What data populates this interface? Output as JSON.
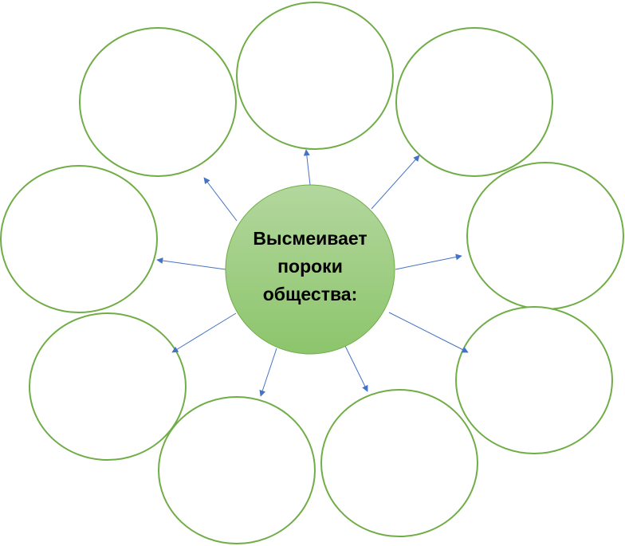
{
  "center": {
    "lines": [
      "Высмеивает",
      "пороки",
      "общества:"
    ]
  },
  "colors": {
    "outline": "#70ad47",
    "arrow": "#4472c4",
    "center_gradient_top": "#b3d79e",
    "center_gradient_bottom": "#8cc56b",
    "text": "#000000"
  },
  "outer_nodes": [
    {
      "label": ""
    },
    {
      "label": ""
    },
    {
      "label": ""
    },
    {
      "label": ""
    },
    {
      "label": ""
    },
    {
      "label": ""
    },
    {
      "label": ""
    },
    {
      "label": ""
    },
    {
      "label": ""
    }
  ]
}
